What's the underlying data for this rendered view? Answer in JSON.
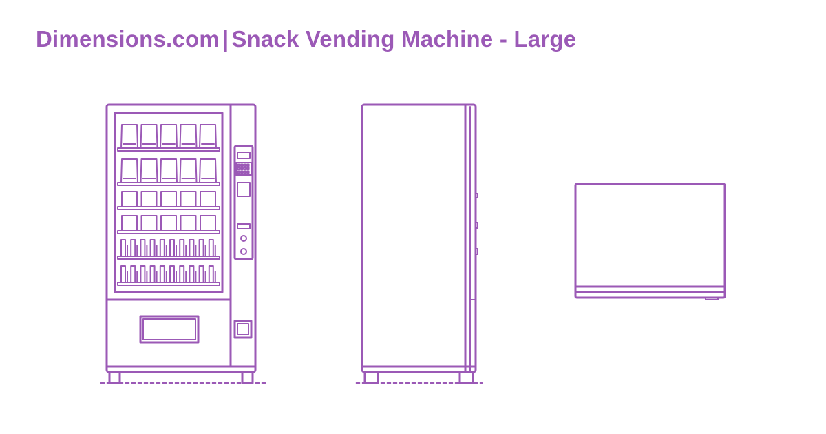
{
  "header": {
    "brand": "Dimensions.com",
    "separator": "|",
    "title": "Snack Vending Machine - Large"
  },
  "drawing": {
    "stroke_color": "#9b59b6",
    "views": [
      "front-view",
      "side-view",
      "top-view"
    ]
  }
}
